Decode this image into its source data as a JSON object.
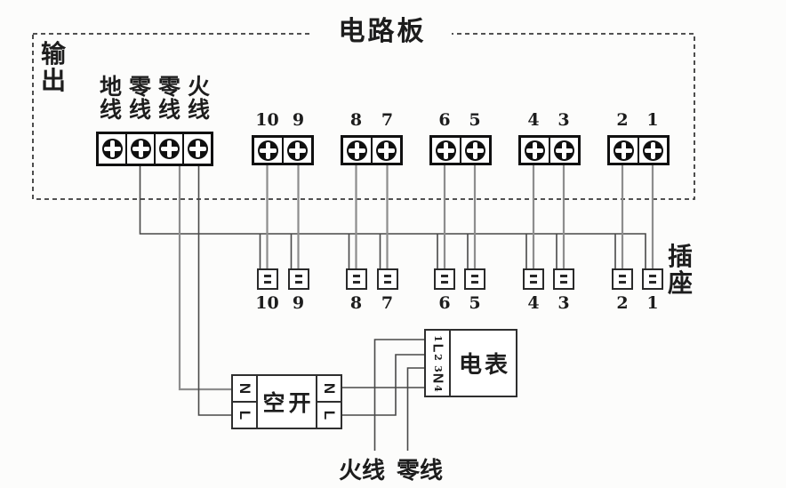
{
  "board": {
    "title": "电路板",
    "output_label": "输出",
    "power_terminals": [
      "地线",
      "零线",
      "零线",
      "火线"
    ],
    "pair_numbers": [
      [
        "10",
        "9"
      ],
      [
        "8",
        "7"
      ],
      [
        "6",
        "5"
      ],
      [
        "4",
        "3"
      ],
      [
        "2",
        "1"
      ]
    ]
  },
  "sockets": {
    "group_label": "插座",
    "numbers": [
      "10",
      "9",
      "8",
      "7",
      "6",
      "5",
      "4",
      "3",
      "2",
      "1"
    ]
  },
  "breaker": {
    "label": "空开",
    "left": [
      "N",
      "L"
    ],
    "right": [
      "N",
      "L"
    ]
  },
  "meter": {
    "label": "电表",
    "terminal_sequence": [
      "1",
      "L",
      "2",
      "3",
      "N",
      "4"
    ]
  },
  "mains": {
    "live": "火线",
    "neutral": "零线"
  },
  "colors": {
    "wire_dark": "#484848",
    "wire_gray": "#8d8d8d",
    "outline": "#3a3a3a",
    "ink": "#1d1d1d"
  }
}
